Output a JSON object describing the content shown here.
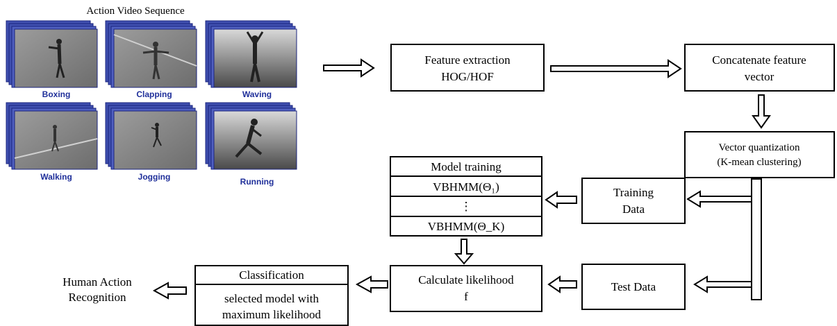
{
  "video_panel": {
    "title": "Action Video Sequence",
    "actions": [
      "Boxing",
      "Clapping",
      "Waving",
      "Walking",
      "Jogging",
      "Running"
    ]
  },
  "feature_extraction": {
    "line1": "Feature extraction",
    "line2": "HOG/HOF"
  },
  "concatenate": {
    "line1": "Concatenate feature",
    "line2": "vector"
  },
  "vector_quantization": {
    "line1": "Vector quantization",
    "line2": "(K-mean clustering)"
  },
  "model_training": {
    "header": "Model training",
    "model_first": "VBHMM(Θ₁)",
    "ellipsis": "⋮",
    "model_last": "VBHMM(Θ_K)"
  },
  "training_data": {
    "line1": "Training",
    "line2": "Data"
  },
  "test_data": {
    "label": "Test Data"
  },
  "likelihood": {
    "line1": "Calculate likelihood",
    "line2": "f"
  },
  "classification": {
    "header": "Classification",
    "line1": "selected model with",
    "line2": "maximum likelihood"
  },
  "output": {
    "line1": "Human Action",
    "line2": "Recognition"
  }
}
